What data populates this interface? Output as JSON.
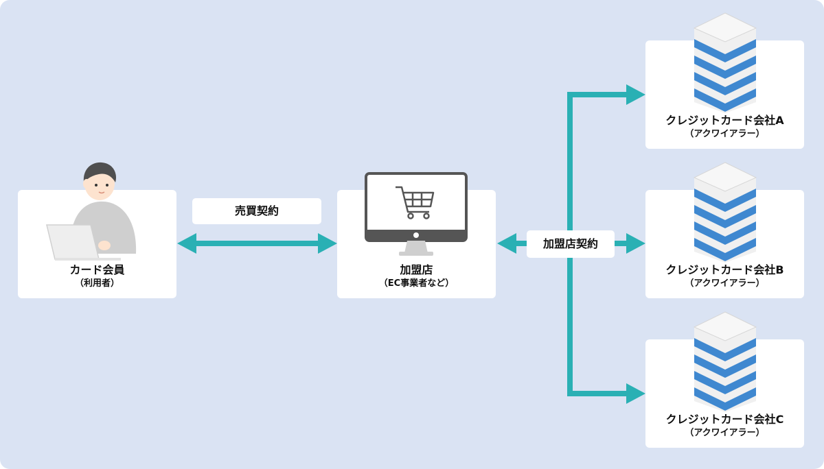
{
  "nodes": {
    "member": {
      "title": "カード会員",
      "subtitle": "（利用者）"
    },
    "merchant": {
      "title": "加盟店",
      "subtitle": "（EC事業者など）"
    },
    "acquirer_a": {
      "title": "クレジットカード会社A",
      "subtitle": "（アクワイアラー）"
    },
    "acquirer_b": {
      "title": "クレジットカード会社B",
      "subtitle": "（アクワイアラー）"
    },
    "acquirer_c": {
      "title": "クレジットカード会社C",
      "subtitle": "（アクワイアラー）"
    }
  },
  "edges": {
    "sales_contract": "売買契約",
    "merchant_contract": "加盟店契約"
  },
  "colors": {
    "background": "#dae3f3",
    "arrow": "#2ab0b4",
    "server_blue": "#3f88d0"
  },
  "icons": {
    "member": "person-laptop-icon",
    "merchant": "monitor-cart-icon",
    "acquirer": "server-stack-icon"
  }
}
